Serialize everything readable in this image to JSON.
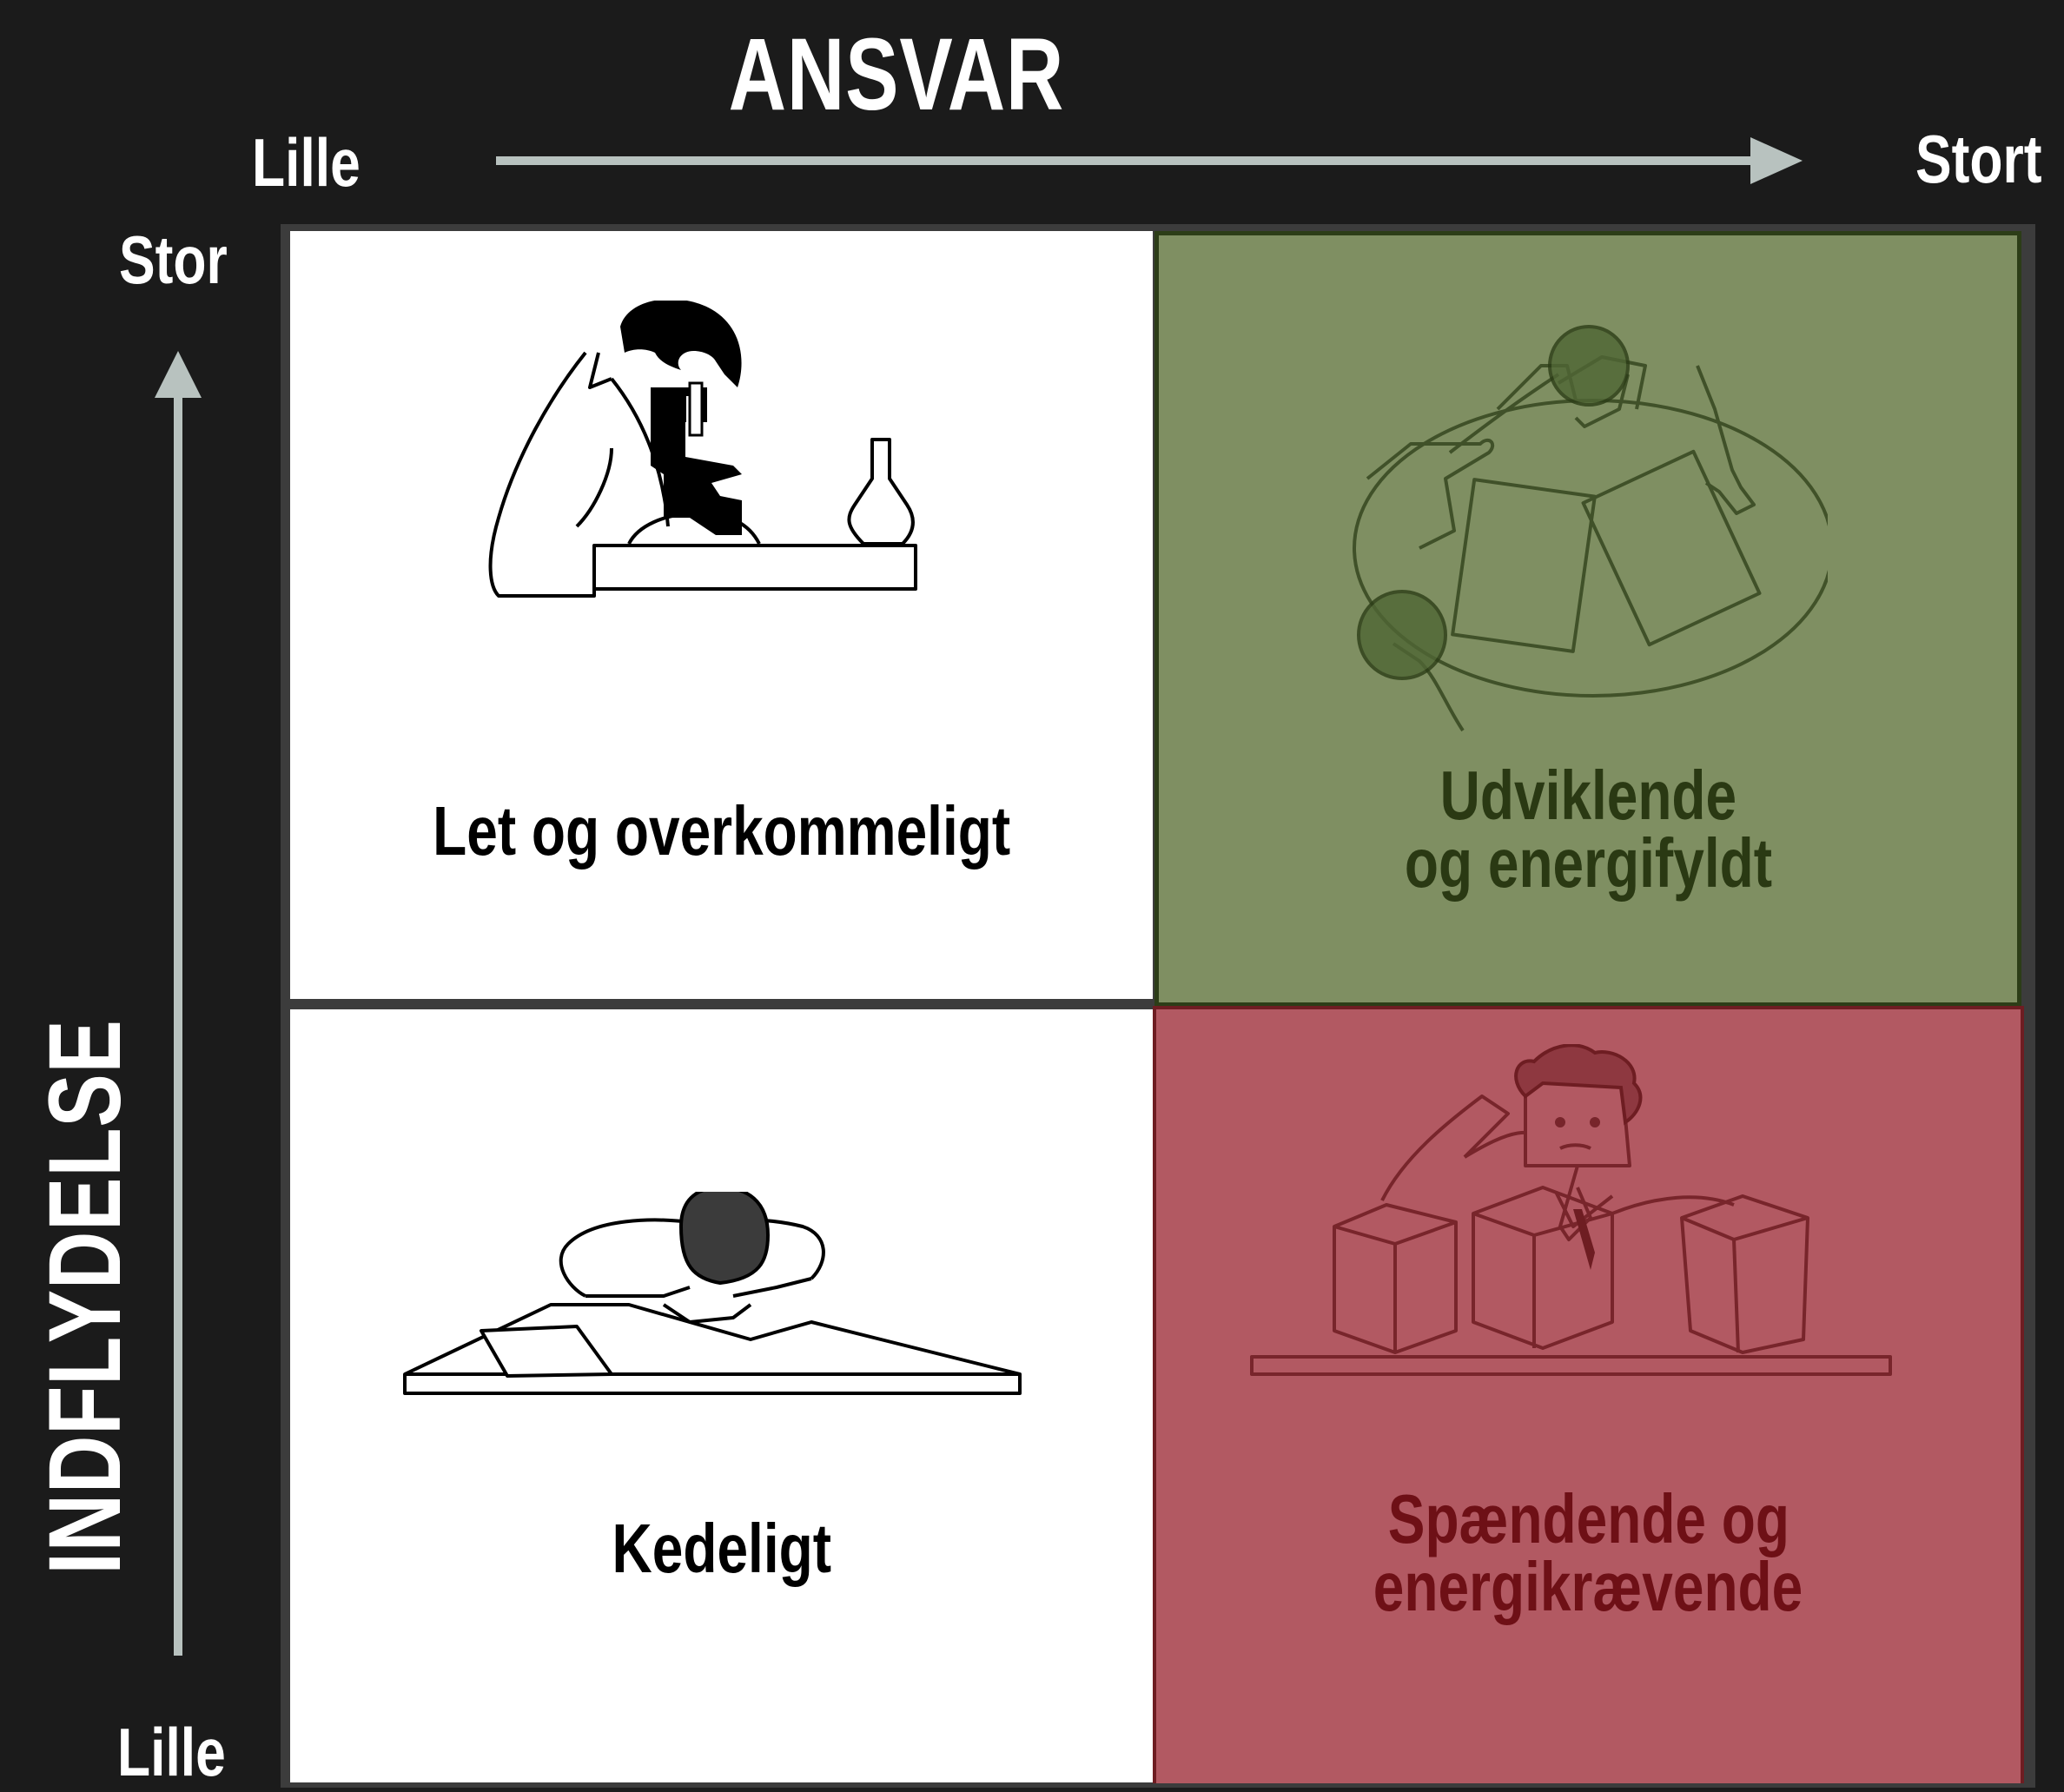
{
  "title": "ANSVAR",
  "x_axis": {
    "low": "Lille",
    "high": "Stort"
  },
  "y_axis": {
    "title": "INDFLYDELSE",
    "high": "Stor",
    "low": "Lille"
  },
  "quadrants": {
    "top_left": {
      "label": "Let og overkommeligt",
      "icon": "scientist-microscope-icon"
    },
    "top_right": {
      "label_line1": "Udviklende",
      "label_line2": "og energifyldt",
      "icon": "meeting-table-icon",
      "color": "#7f8f62"
    },
    "bottom_left": {
      "label": "Kedeligt",
      "icon": "sleeping-at-desk-icon"
    },
    "bottom_right": {
      "label_line1": "Spændende og",
      "label_line2": "energikrævende",
      "icon": "stressed-boxes-icon",
      "color": "#b25962"
    }
  },
  "colors": {
    "background": "#1b1b1b",
    "arrow": "#b8c2bf",
    "green": "#7f8f62",
    "red": "#b25962"
  }
}
